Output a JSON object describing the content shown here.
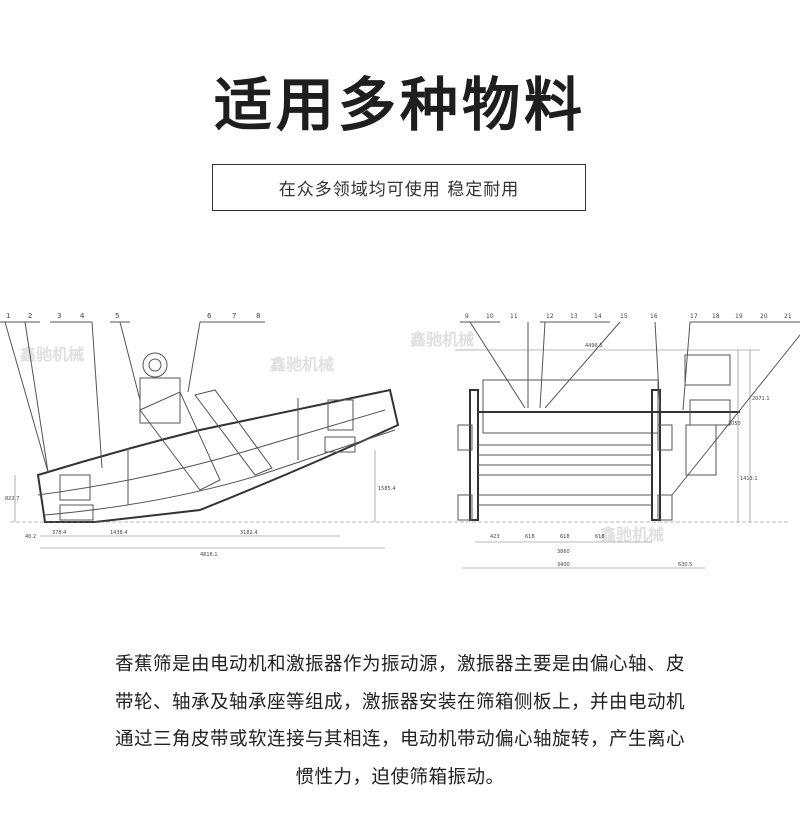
{
  "header": {
    "title": "适用多种物料",
    "subtitle": "在众多领域均可使用 稳定耐用"
  },
  "drawing": {
    "watermark": "鑫驰机械",
    "side_view": {
      "part_numbers": [
        "1",
        "2",
        "3",
        "4",
        "5",
        "6",
        "7",
        "8"
      ],
      "dimensions": [
        "822.7",
        "40.2",
        "378.4",
        "1438.4",
        "3182.4",
        "4816.1",
        "1585.4"
      ]
    },
    "front_view": {
      "part_numbers": [
        "9",
        "10",
        "11",
        "12",
        "13",
        "14",
        "15",
        "16",
        "17",
        "18",
        "19",
        "20",
        "21"
      ],
      "dimensions": [
        "4496.5",
        "423",
        "618",
        "618",
        "618",
        "3860",
        "3400",
        "630.5",
        "2071.1",
        "1413.1",
        "2050"
      ]
    }
  },
  "description": {
    "lines": [
      "香蕉筛是由电动机和激振器作为振动源，激振器主要是由偏心轴、皮",
      "带轮、轴承及轴承座等组成，激振器安装在筛箱侧板上，并由电动机",
      "通过三角皮带或软连接与其相连，电动机带动偏心轴旋转，产生离心",
      "惯性力，迫使筛箱振动。"
    ]
  }
}
